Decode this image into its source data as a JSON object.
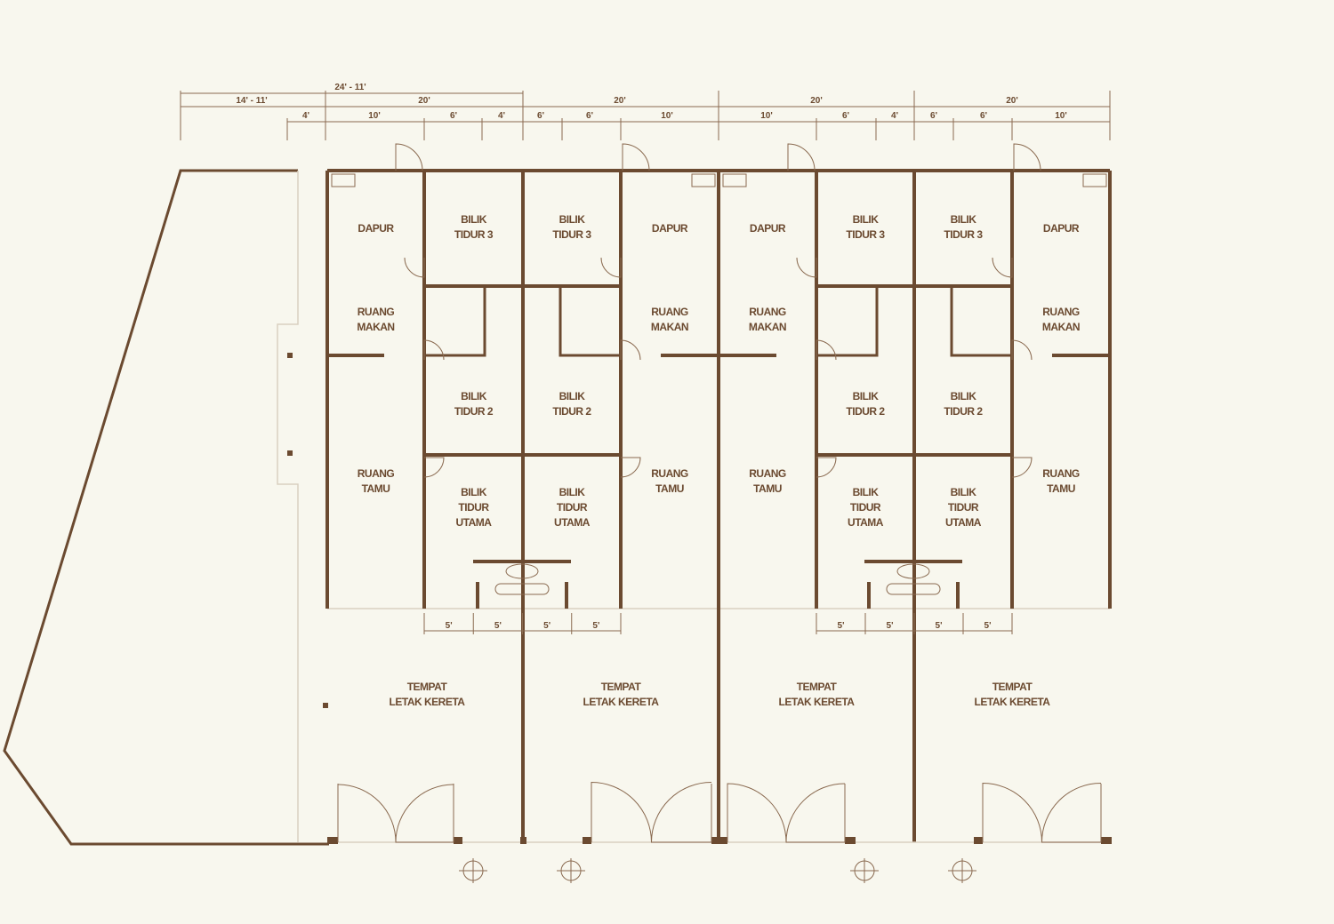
{
  "dimensions": {
    "overall": "24' - 11'",
    "row2": [
      "14' - 11'",
      "20'",
      "20'",
      "20'",
      "20'"
    ],
    "row3": [
      "4'",
      "10'",
      "6'",
      "4'",
      "6'",
      "6'",
      "10'",
      "10'",
      "6'",
      "4'",
      "6'",
      "6'",
      "10'"
    ],
    "bottom": [
      "5'",
      "5'",
      "5'",
      "5'",
      "5'",
      "5'",
      "5'",
      "5'"
    ]
  },
  "rooms": {
    "dapur": "DAPUR",
    "ruang_makan": [
      "RUANG",
      "MAKAN"
    ],
    "ruang_tamu": [
      "RUANG",
      "TAMU"
    ],
    "bilik_3": [
      "BILIK",
      "TIDUR 3"
    ],
    "bilik_2": [
      "BILIK",
      "TIDUR 2"
    ],
    "bilik_utama": [
      "BILIK",
      "TIDUR",
      "UTAMA"
    ],
    "car_porch": [
      "TEMPAT",
      "LETAK KERETA"
    ]
  },
  "colors": {
    "wall": "#6b4a30",
    "background": "#f8f7ee"
  }
}
